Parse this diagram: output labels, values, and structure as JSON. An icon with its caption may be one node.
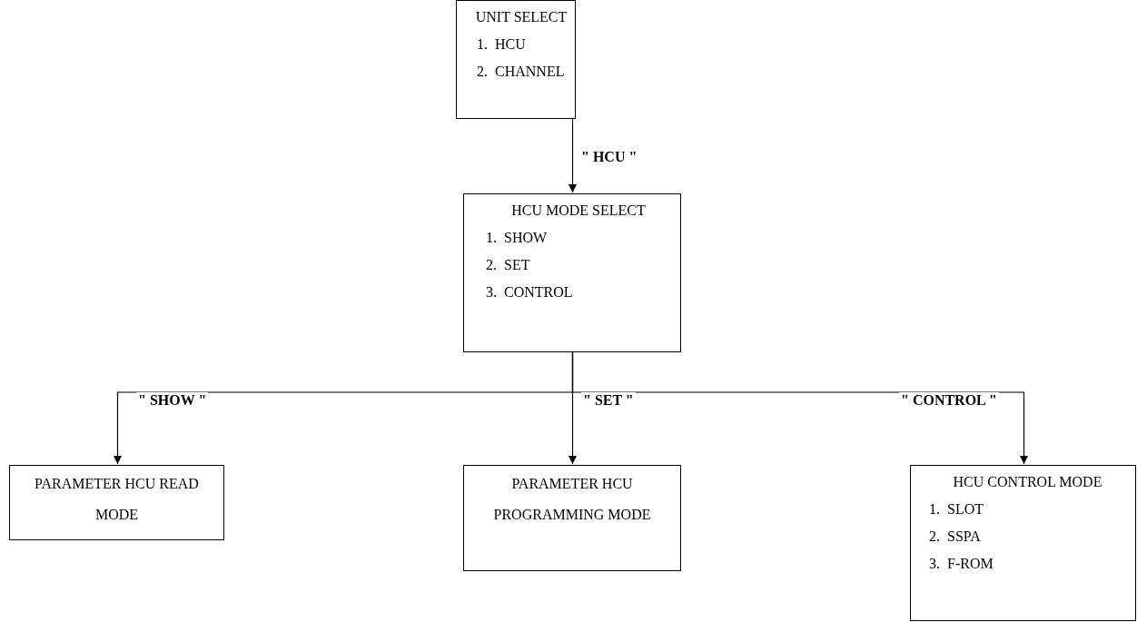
{
  "diagram": {
    "nodes": [
      {
        "text": [
          "UNIT  SELECT",
          "1.  HCU",
          "2.  CHANNEL"
        ]
      },
      {
        "text": [
          "HCU MODE SELECT",
          "1.  SHOW",
          "2.  SET",
          "3.  CONTROL"
        ]
      },
      {
        "text": [
          "PARAMETER HCU READ MODE"
        ]
      },
      {
        "text": [
          "PARAMETER HCU PROGRAMMING MODE"
        ]
      },
      {
        "text": [
          "HCU CONTROL MODE",
          "1.  SLOT",
          "2.  SSPA",
          "3.  F-ROM"
        ]
      }
    ],
    "edges": [
      {
        "from": 0,
        "to": 1,
        "arrow": "to",
        "label": "\" HCU \""
      },
      {
        "from": 1,
        "to": 2,
        "arrow": "to",
        "label": "\" SHOW \""
      },
      {
        "from": 1,
        "to": 3,
        "arrow": "to",
        "label": "\" SET \""
      },
      {
        "from": 1,
        "to": 4,
        "arrow": "to",
        "label": "\" CONTROL \""
      }
    ]
  }
}
